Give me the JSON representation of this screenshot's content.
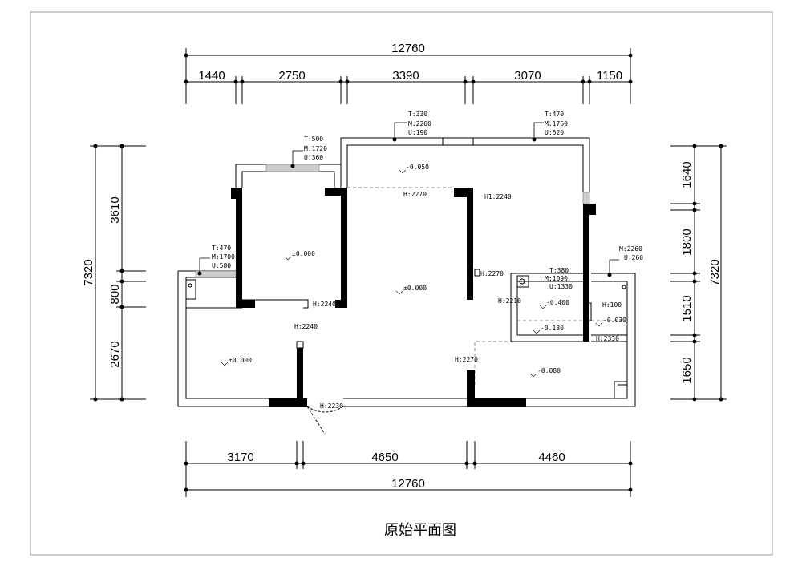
{
  "drawing": {
    "title": "原始平面图",
    "top_dims": {
      "total": "12760",
      "segments": [
        "1440",
        "2750",
        "3390",
        "3070",
        "1150"
      ]
    },
    "bottom_dims": {
      "total": "12760",
      "segments": [
        "3170",
        "4650",
        "4460"
      ]
    },
    "left_dims": {
      "total": "7320",
      "segments": [
        "3610",
        "800",
        "2670"
      ]
    },
    "right_dims": {
      "total": "7320",
      "segments": [
        "1640",
        "1800",
        "1510",
        "1650"
      ]
    },
    "window_notes": [
      {
        "t": "T:500",
        "m": "M:1720",
        "u": "U:360"
      },
      {
        "t": "T:330",
        "m": "M:2260",
        "u": "U:190"
      },
      {
        "t": "T:470",
        "m": "M:1760",
        "u": "U:520"
      },
      {
        "t": "T:470",
        "m": "M:1700",
        "u": "U:580"
      },
      {
        "t": "T:380",
        "m": "M:1090",
        "u": "U:1330"
      },
      {
        "m": "M:2260",
        "u": "U:260"
      }
    ],
    "heights": {
      "h2270_top": "H:2270",
      "h1_2240": "H1:2240",
      "h2270_mid": "H:2270",
      "h2240_bed": "H:2240",
      "h2240_left": "H:2240",
      "h2210": "H:2210",
      "h100": "H:100",
      "h2330": "H:2330",
      "h2270_low": "H:2270",
      "h2230": "H:2230"
    },
    "levels": {
      "balcony": "-0.050",
      "bedroom": "±0.000",
      "living": "±0.000",
      "left_room": "±0.000",
      "bath": "-0.400",
      "bath_b": "-0.180",
      "bath_c": "-0.030",
      "kitchen": "-0.080"
    }
  }
}
